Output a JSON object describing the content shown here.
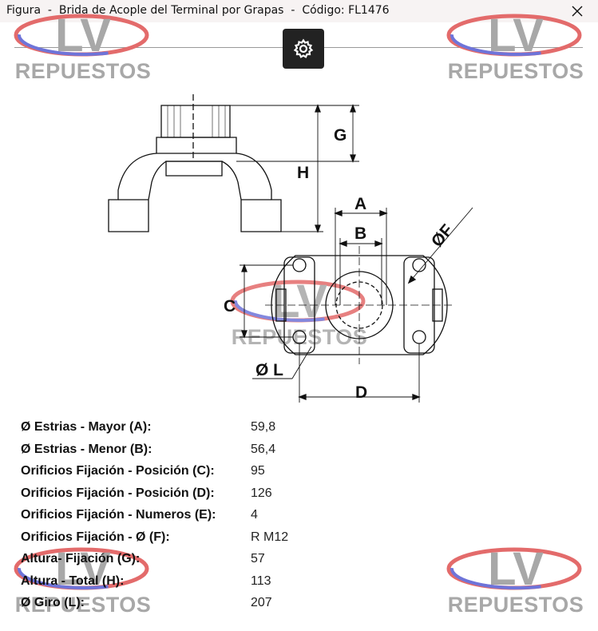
{
  "window": {
    "title": "Figura  -  Brida de Acople del Terminal por Grapas  -  Código: FL1476"
  },
  "toolbar": {
    "settings_icon": "gear-icon"
  },
  "watermark": {
    "letters": "LV",
    "word": "REPUESTOS"
  },
  "drawing": {
    "labels": {
      "g": "G",
      "h": "H",
      "a": "A",
      "b": "B",
      "f": "ØF",
      "c": "C",
      "l": "Ø L",
      "d": "D"
    }
  },
  "specs": [
    {
      "label": "Ø Estrias - Mayor (A):",
      "value": "59,8"
    },
    {
      "label": "Ø Estrias - Menor (B):",
      "value": "56,4"
    },
    {
      "label": "Orificios Fijación - Posición (C):",
      "value": "95"
    },
    {
      "label": "Orificios Fijación - Posición (D):",
      "value": "126"
    },
    {
      "label": "Orificios Fijación - Numeros (E):",
      "value": "4"
    },
    {
      "label": "Orificios Fijación - Ø (F):",
      "value": "R M12"
    },
    {
      "label": "Altura- Fijación (G):",
      "value": "57"
    },
    {
      "label": "Altura - Total (H):",
      "value": "113"
    },
    {
      "label": "Ø Giro (L):",
      "value": "207"
    }
  ],
  "colors": {
    "watermark_red": "#e36b6b",
    "watermark_blue": "#6e74d9",
    "watermark_text": "#a8a8a8",
    "titlebar": "#f7f3f3",
    "button": "#222222"
  }
}
